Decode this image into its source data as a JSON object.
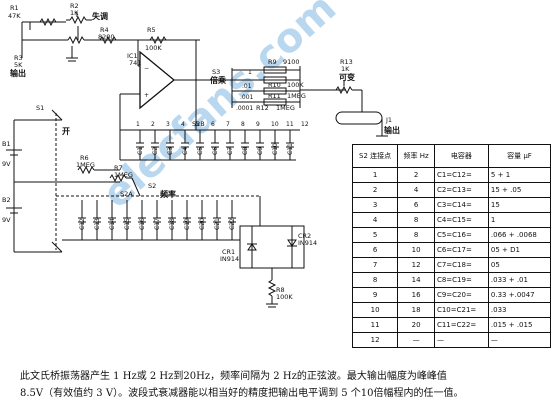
{
  "labels": {
    "r1": "R1",
    "r1_val": "47K",
    "r2": "R2",
    "r2_val": "1K",
    "distortion": "失调",
    "r4": "R4",
    "r4_val": "8200",
    "r3": "R3",
    "r3_val": "5K",
    "out_left": "输出",
    "r5": "R5",
    "r5_val": "100K",
    "ic1": "IC1",
    "ic1_val": "741",
    "s1": "S1",
    "on": "开",
    "b1": "B1",
    "b1_val": "9V",
    "b2": "B2",
    "b2_val": "9V",
    "s3": "S3",
    "mult": "倍乘",
    "r9": "R9",
    "r9_val": "9100",
    "r10": "R10",
    "r10_val": "100K",
    "r11": "R11",
    "r11_val": "1MEG",
    "r12": "R12",
    "r12_val": "1MEG",
    "m1": "1",
    "m01": ".01",
    "m001": ".001",
    "m0001": ".0001",
    "r13": "R13",
    "r13_val": "1K",
    "variable": "可变",
    "j1": "J1",
    "out_right": "输出",
    "s2b": "S2B",
    "s2a": "S2A",
    "s2": "S2",
    "freq": "频率",
    "r6": "R6",
    "r6_val": "1MEG",
    "r7": "R7",
    "r7_val": "1MEG",
    "cr1": "CR1",
    "cr1_val": "IN914",
    "cr2": "CR2",
    "cr2_val": "IN914",
    "r8": "R8",
    "r8_val": "100K",
    "watermark": "elecfans.com"
  },
  "positions": [
    "1",
    "2",
    "3",
    "4",
    "5",
    "6",
    "7",
    "8",
    "9",
    "10",
    "11",
    "12"
  ],
  "caps_top": [
    "C1",
    "C2",
    "C3",
    "C4",
    "C5",
    "C6",
    "C7",
    "C8",
    "C9",
    "C10",
    "C11"
  ],
  "caps_bottom": [
    "C12",
    "C13",
    "C14",
    "C15",
    "C16",
    "C17",
    "C18",
    "C19",
    "C20",
    "C21",
    "C22"
  ],
  "table": {
    "headers": [
      "S2 连接点",
      "频率 Hz",
      "电容器",
      "容量 μF"
    ],
    "rows": [
      [
        "1",
        "2",
        "C1=C12=",
        "5 + 1"
      ],
      [
        "2",
        "4",
        "C2=C13=",
        "15 + .05"
      ],
      [
        "3",
        "6",
        "C3=C14=",
        "15"
      ],
      [
        "4",
        "8",
        "C4=C15=",
        "1"
      ],
      [
        "5",
        "8",
        "C5=C16=",
        ".066 + .0068"
      ],
      [
        "6",
        "10",
        "C6=C17=",
        "05 + D1"
      ],
      [
        "7",
        "12",
        "C7=C18=",
        "05"
      ],
      [
        "8",
        "14",
        "C8=C19=",
        ".033 + .01"
      ],
      [
        "9",
        "16",
        "C9=C20=",
        "0.33 +.0047"
      ],
      [
        "10",
        "18",
        "C10=C21=",
        ".033"
      ],
      [
        "11",
        "20",
        "C11=C22=",
        ".015 + .015"
      ],
      [
        "12",
        "—",
        "—",
        "—"
      ]
    ]
  },
  "caption": {
    "line1": "此文氏桥振荡器产生 1 Hz或 2 Hz到20Hz，频率间隔为 2 Hz的正弦波。最大输出幅度为峰峰值",
    "line2": "8.5V（有效值约 3 V）。波段式衰减器能以相当好的精度把输出电平调到 5 个10倍幅程内的任一值。"
  }
}
